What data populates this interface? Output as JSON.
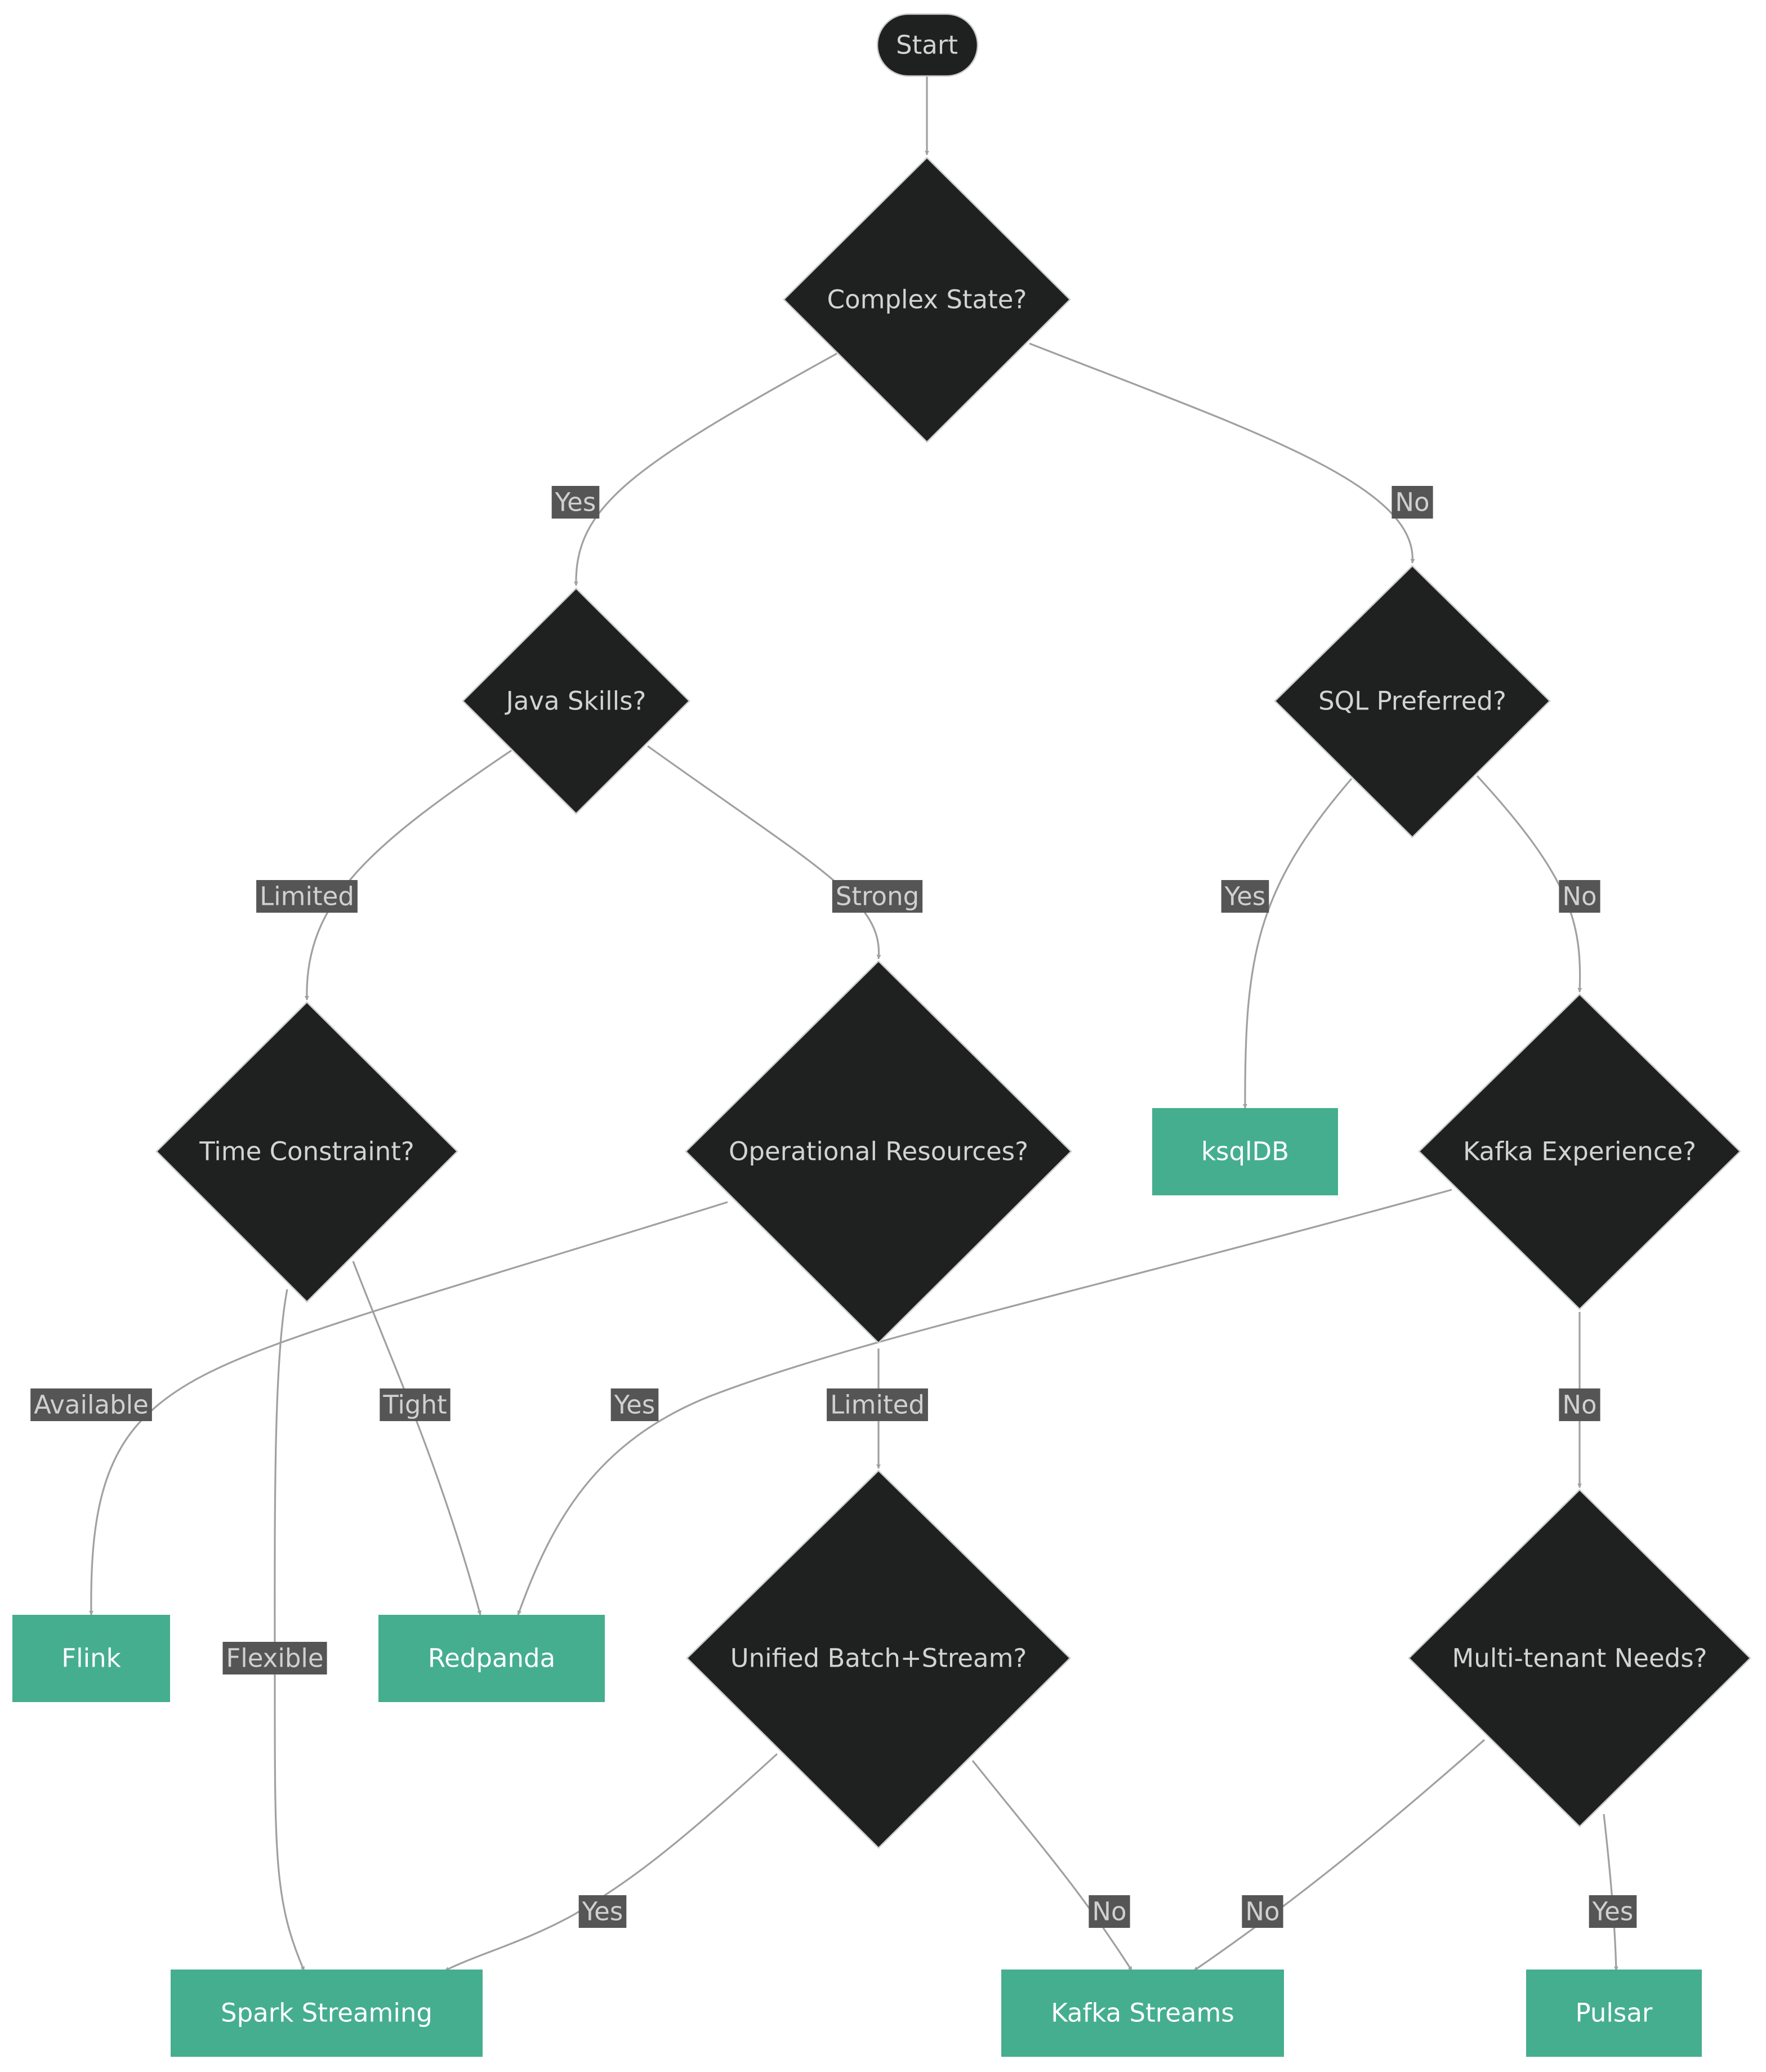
{
  "colors": {
    "decision_fill": "#1f2020",
    "decision_stroke": "#cccccc",
    "result_fill": "#45ae8e",
    "edge": "#a0a0a0",
    "label_bg": "#555555"
  },
  "nodes": {
    "start": "Start",
    "complex_state": "Complex State?",
    "java_skills": "Java Skills?",
    "sql_preferred": "SQL Preferred?",
    "time_constraint": "Time Constraint?",
    "operational_resources": "Operational Resources?",
    "kafka_experience": "Kafka Experience?",
    "unified_batch_stream": "Unified Batch+Stream?",
    "multi_tenant_needs": "Multi-tenant Needs?",
    "ksqldb": "ksqlDB",
    "flink": "Flink",
    "redpanda": "Redpanda",
    "spark_streaming": "Spark Streaming",
    "kafka_streams": "Kafka Streams",
    "pulsar": "Pulsar"
  },
  "edges": {
    "complex_yes": "Yes",
    "complex_no": "No",
    "java_limited": "Limited",
    "java_strong": "Strong",
    "sql_yes": "Yes",
    "sql_no": "No",
    "time_available": "Available",
    "time_tight": "Tight",
    "time_flexible": "Flexible",
    "ops_yes": "Yes",
    "ops_limited": "Limited",
    "kafka_no": "No",
    "unified_yes": "Yes",
    "unified_no": "No",
    "multi_no": "No",
    "multi_yes": "Yes"
  }
}
